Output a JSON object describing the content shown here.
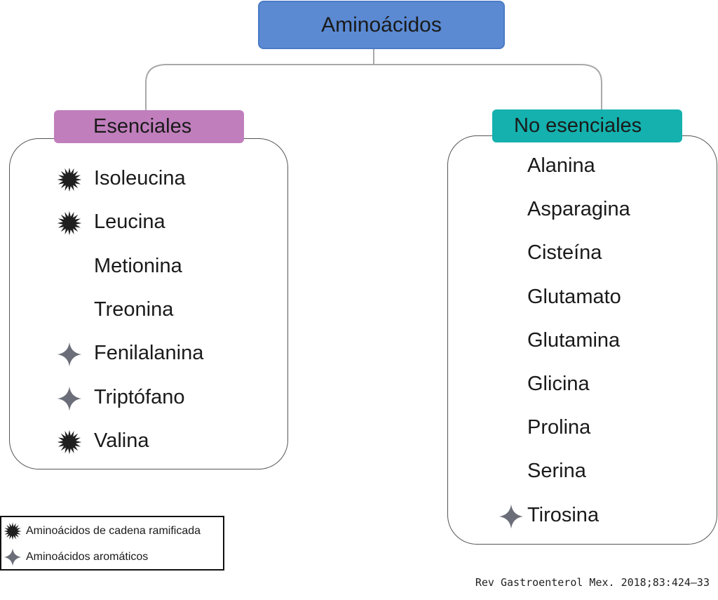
{
  "diagram": {
    "root_label": "Aminoácidos",
    "essential": {
      "header": "Esenciales",
      "items": [
        {
          "label": "Isoleucina",
          "marker": "starburst-icon"
        },
        {
          "label": "Leucina",
          "marker": "starburst-icon"
        },
        {
          "label": "Metionina",
          "marker": ""
        },
        {
          "label": "Treonina",
          "marker": ""
        },
        {
          "label": "Fenilalanina",
          "marker": "four-point-star-icon"
        },
        {
          "label": "Triptófano",
          "marker": "four-point-star-icon"
        },
        {
          "label": "Valina",
          "marker": "starburst-icon"
        }
      ]
    },
    "nonessential": {
      "header": "No esenciales",
      "items": [
        {
          "label": "Alanina",
          "marker": ""
        },
        {
          "label": "Asparagina",
          "marker": ""
        },
        {
          "label": "Cisteína",
          "marker": ""
        },
        {
          "label": "Glutamato",
          "marker": ""
        },
        {
          "label": "Glutamina",
          "marker": ""
        },
        {
          "label": "Glicina",
          "marker": ""
        },
        {
          "label": "Prolina",
          "marker": ""
        },
        {
          "label": "Serina",
          "marker": ""
        },
        {
          "label": "Tirosina",
          "marker": "four-point-star-icon"
        }
      ]
    }
  },
  "legend": {
    "branched_label": "Aminoácidos de cadena ramificada",
    "aromatic_label": "Aminoácidos aromáticos"
  },
  "citation": "Rev Gastroenterol Mex. 2018;83:424–33",
  "colors": {
    "root": "#5b8ad3",
    "essential_header": "#c07ebc",
    "nonessential_header": "#14b1ae",
    "starburst": "#1f1f1f",
    "four_point_star": "#6b6e78"
  }
}
